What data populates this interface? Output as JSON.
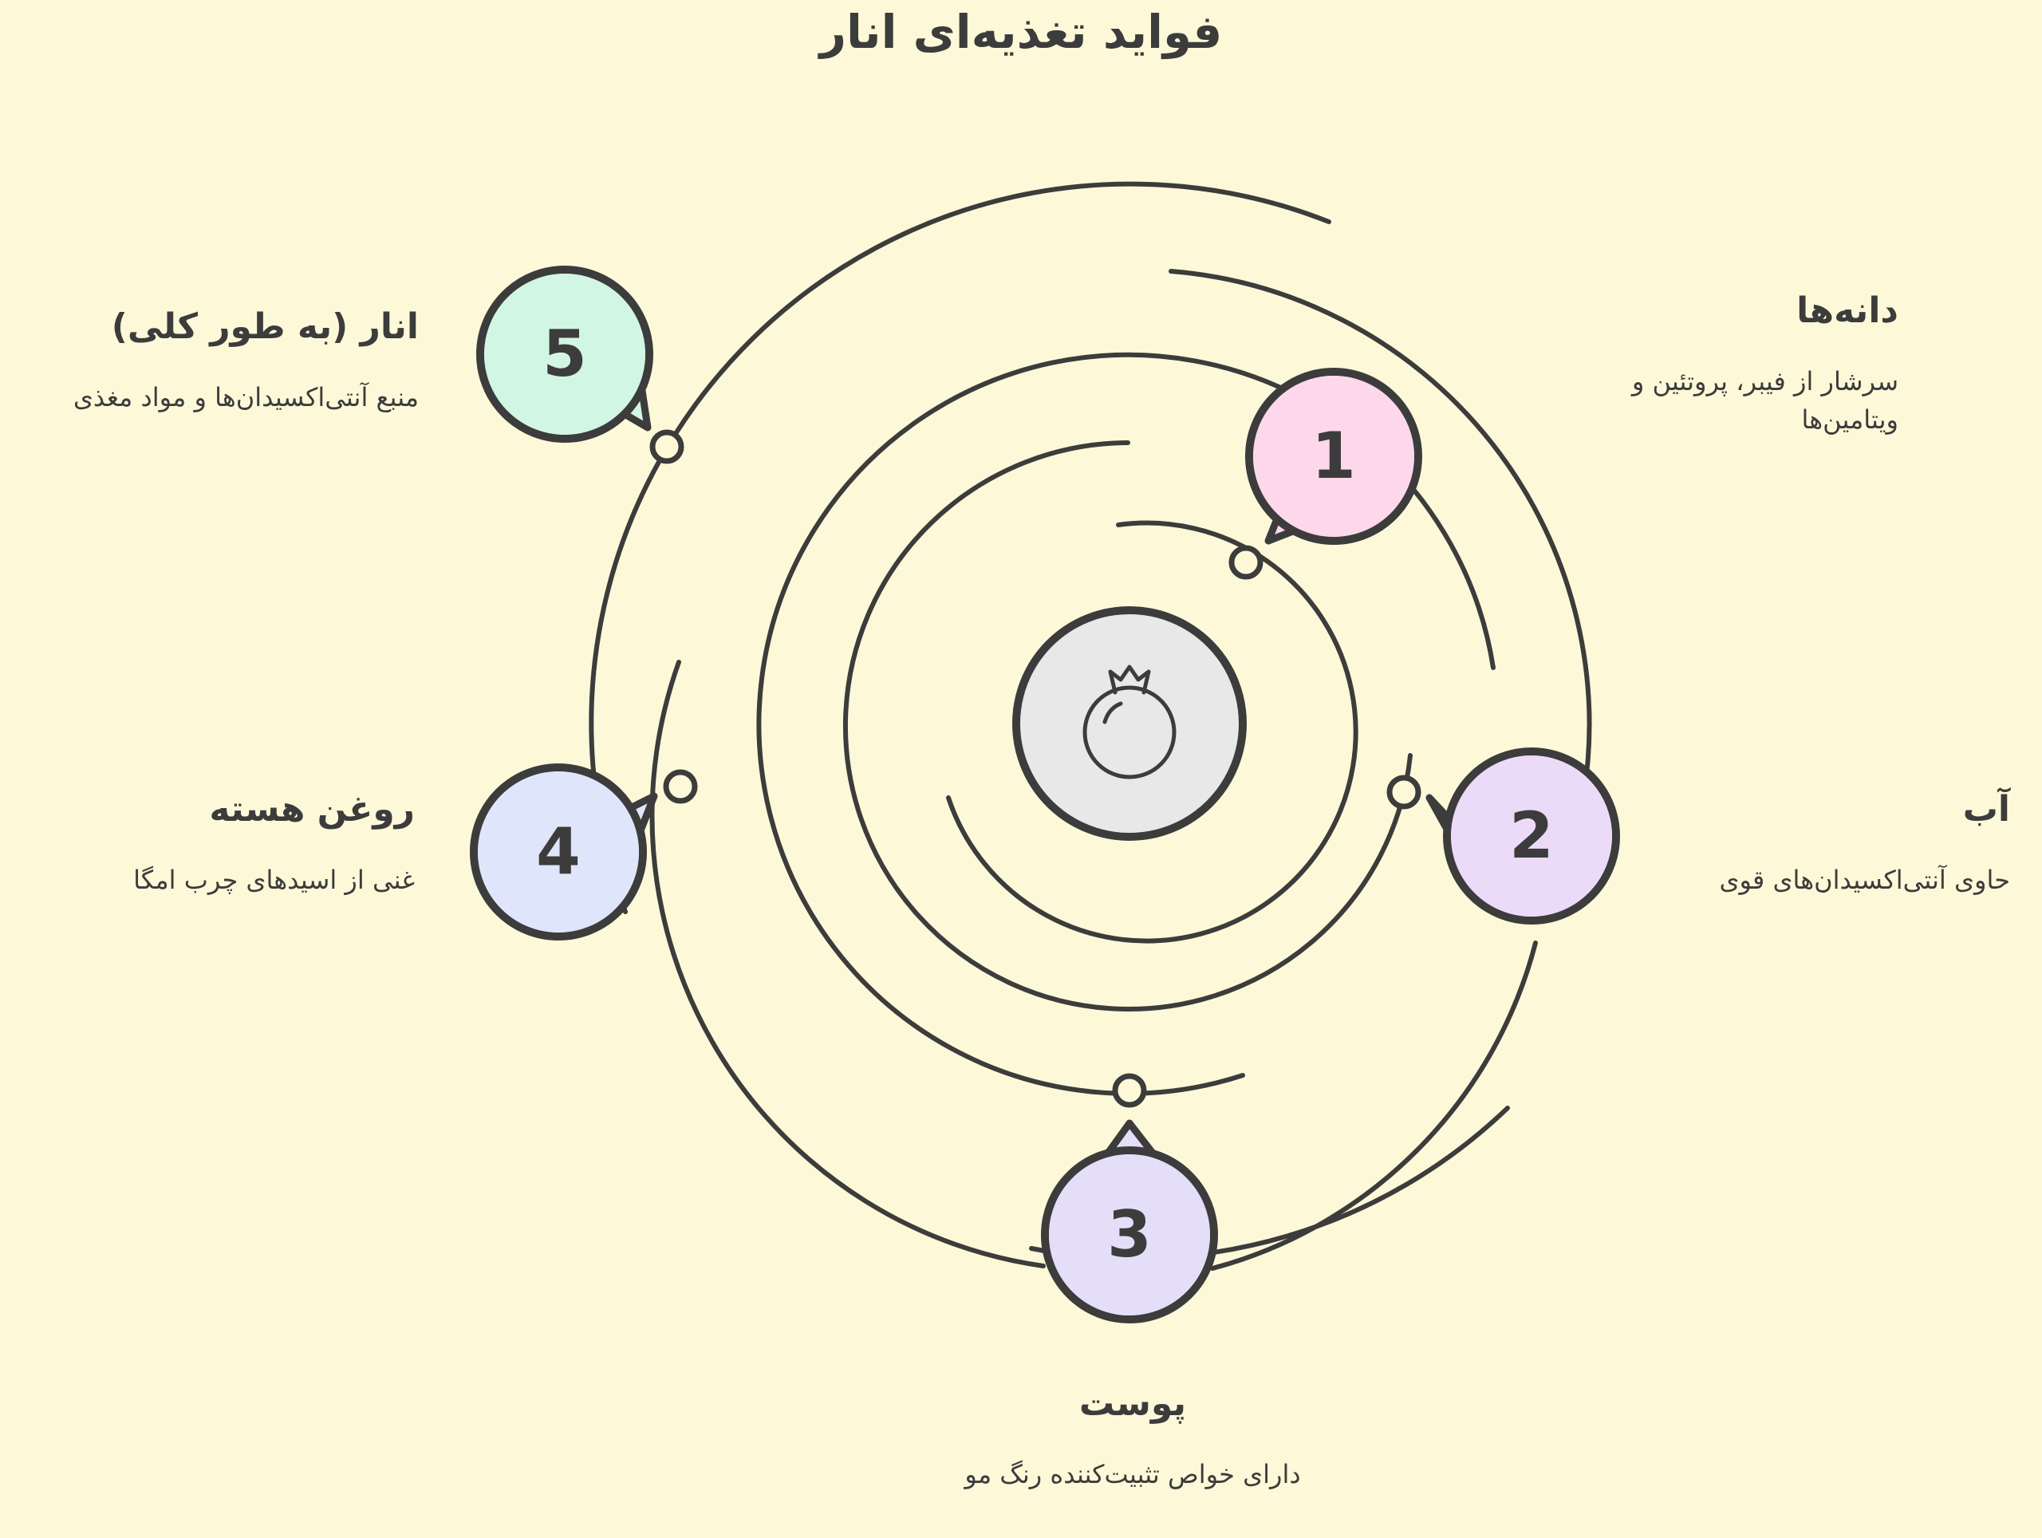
{
  "title": "فواید تغذیه‌ای انار",
  "center": {
    "icon": "pomegranate-icon",
    "fill": "#e8e8e8"
  },
  "stroke_color": "#3c3c3c",
  "background": "#fdf9d8",
  "items": [
    {
      "number": "1",
      "title": "دانه‌ها",
      "description": "سرشار از فیبر، پروتئین و ویتامین‌ها",
      "color": "#fcd8ea"
    },
    {
      "number": "2",
      "title": "آب",
      "description": "حاوی آنتی‌اکسیدان‌های قوی",
      "color": "#ecdaf9"
    },
    {
      "number": "3",
      "title": "پوست",
      "description": "دارای خواص تثبیت‌کننده رنگ مو",
      "color": "#e4def9"
    },
    {
      "number": "4",
      "title": "روغن هسته",
      "description": "غنی از اسیدهای چرب امگا",
      "color": "#dfe6fb"
    },
    {
      "number": "5",
      "title": "انار (به طور کلی)",
      "description": "منبع آنتی‌اکسیدان‌ها و مواد مغذی",
      "color": "#d2f6e4"
    }
  ]
}
